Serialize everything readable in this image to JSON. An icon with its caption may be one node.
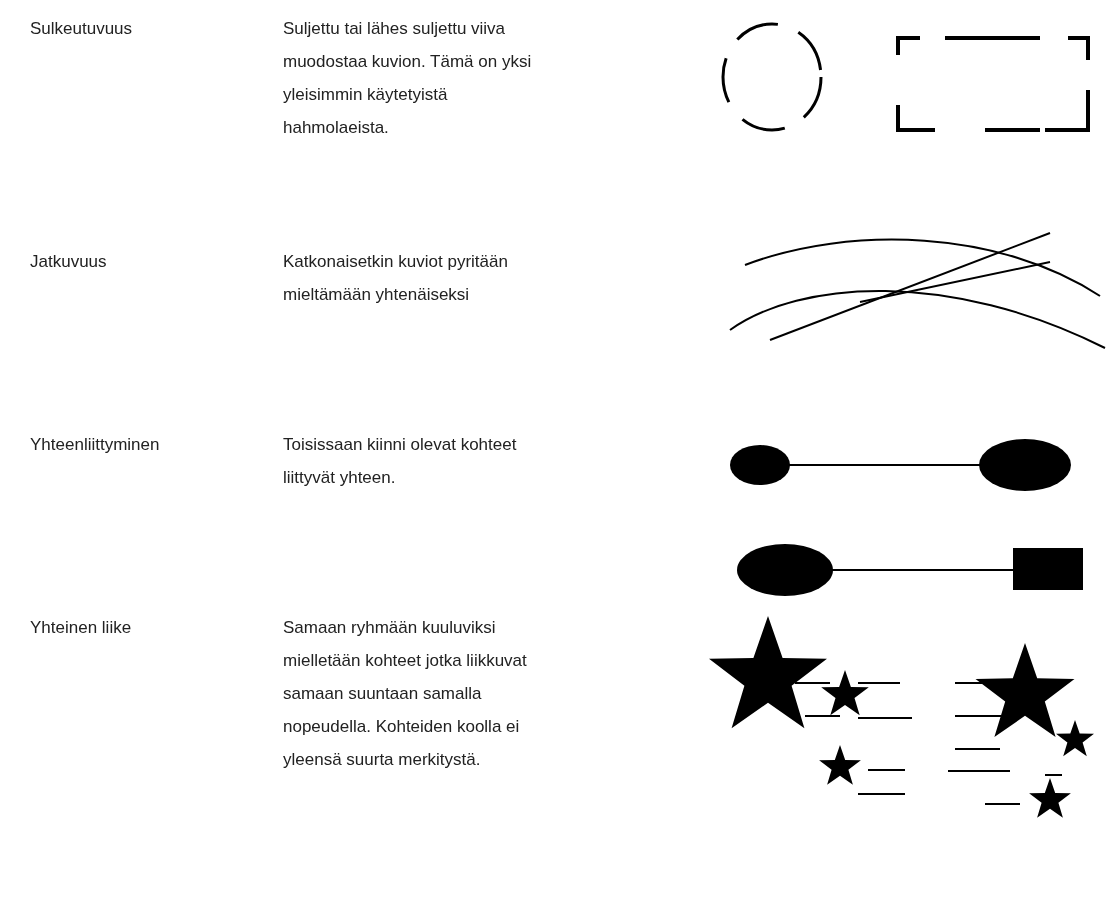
{
  "diagram": {
    "labels": [
      "Sulkeutuvuus",
      "Suljettu tai lähes suljettu viiva muodostaa kuvion. Tämä on yksi yleisimmin käytetyistä hahmolaeista.",
      "Jatkuvuus",
      "Katkonaisetkin kuviot pyritään mieltämään yhtenäiseksi",
      "Yhteenliittyminen",
      "Toisissaan kiinni olevat kohteet liittyvät yhteen.",
      "Yhteinen liike",
      "Samaan ryhmään kuuluviksi mielletään kohteet jotka liikkuvat samaan suuntaan samalla nopeudella. Kohteiden koolla ei yleensä suurta merkitystä."
    ]
  }
}
